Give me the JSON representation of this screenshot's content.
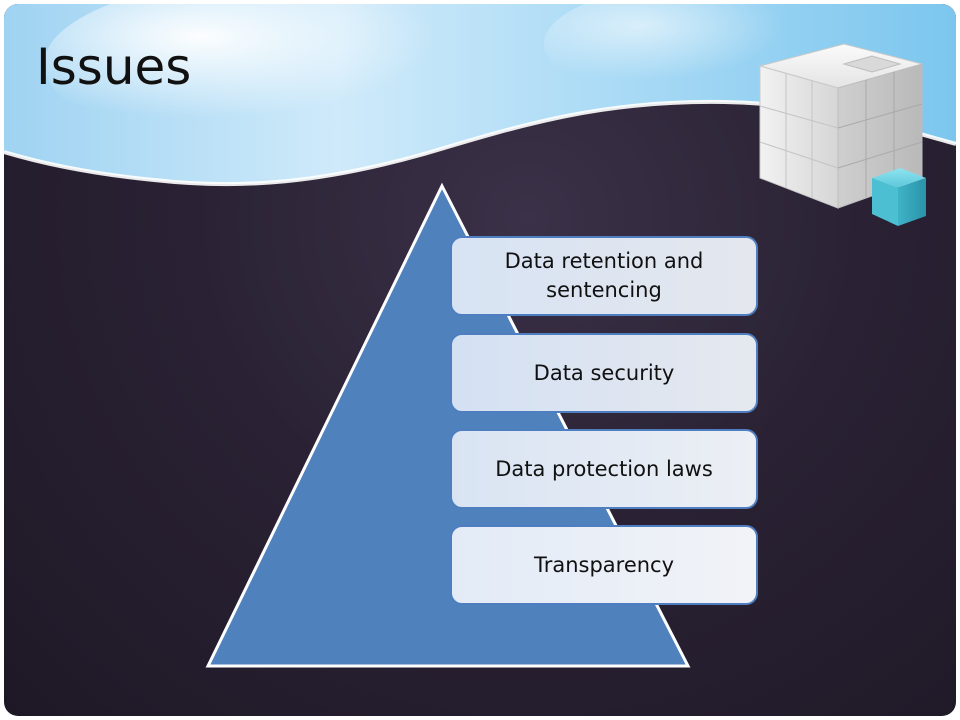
{
  "slide": {
    "title": "Issues"
  },
  "diagram": {
    "type": "pyramid-list",
    "items": [
      "Data retention and sentencing",
      "Data security",
      "Data protection laws",
      "Transparency"
    ]
  },
  "colors": {
    "background_dark": "#2a2234",
    "pyramid_fill": "#4f81bd",
    "box_border": "#4f7ec0",
    "sky_light": "#dff1fb",
    "sky_blue": "#8fcdf0",
    "cube_gray": "#dcdcdc",
    "cube_teal": "#3fb3c8"
  }
}
